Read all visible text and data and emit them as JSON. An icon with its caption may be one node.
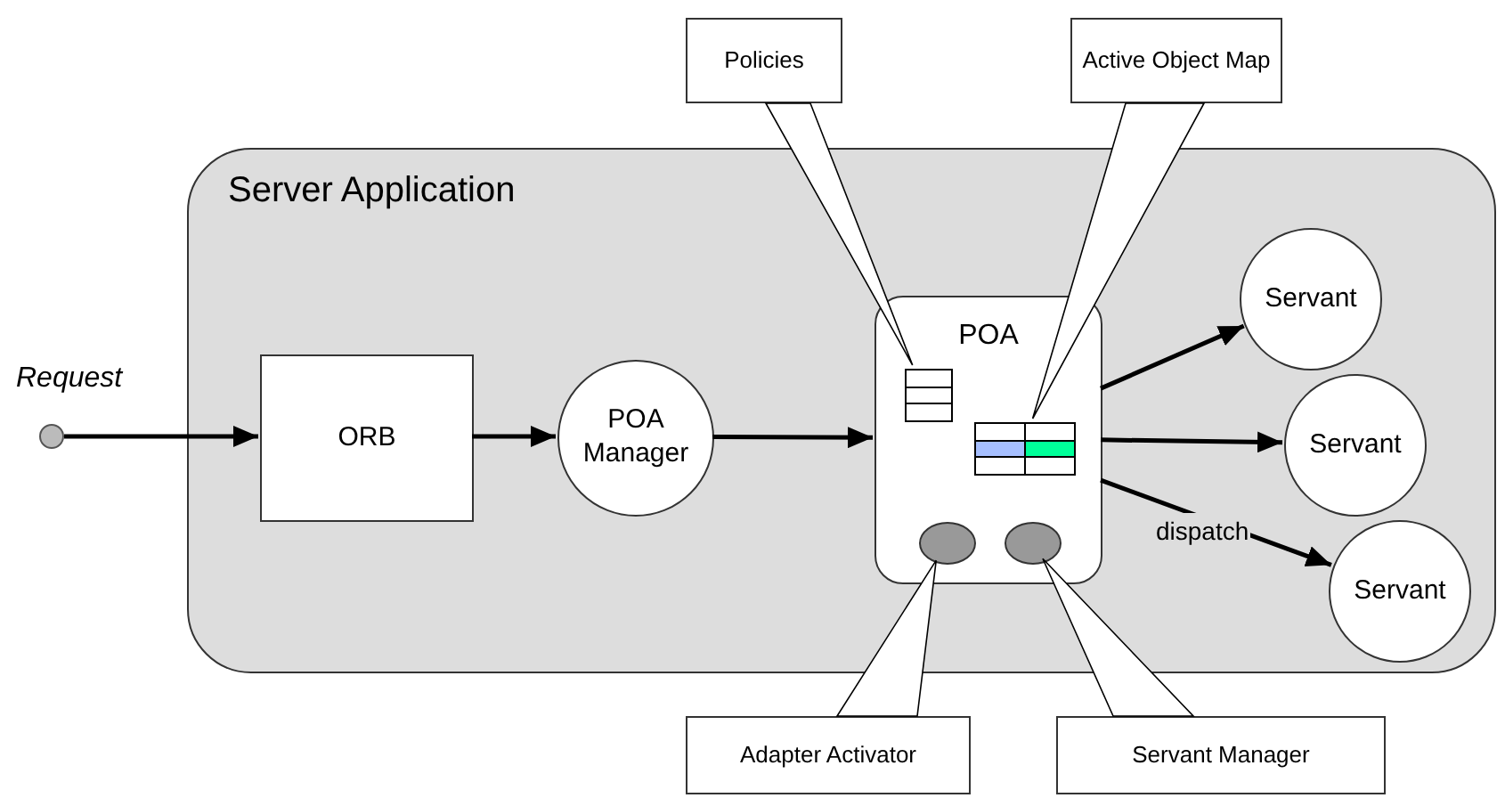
{
  "diagram": {
    "nodes": [
      {
        "text": [
          "Server Application"
        ]
      },
      {
        "text": [],
        "shape": "circle",
        "beside": [
          "Request"
        ]
      },
      {
        "text": [
          "ORB"
        ],
        "in": 0
      },
      {
        "text": [
          "POA Manager"
        ],
        "in": 0
      },
      {
        "text": [
          "POA"
        ],
        "in": 0
      },
      {
        "text": [],
        "shape": "box",
        "in": 4
      },
      {
        "text": [],
        "shape": "box",
        "in": 4
      },
      {
        "text": [],
        "shape": "circle",
        "in": 4
      },
      {
        "text": [],
        "shape": "circle",
        "in": 4
      },
      {
        "text": [
          "Servant"
        ],
        "in": 0
      },
      {
        "text": [
          "Servant"
        ],
        "in": 0
      },
      {
        "text": [
          "Servant"
        ],
        "in": 0
      },
      {
        "text": [
          "Policies"
        ]
      },
      {
        "text": [
          "Active Object Map"
        ]
      },
      {
        "text": [
          "Adapter Activator"
        ]
      },
      {
        "text": [
          "Servant Manager"
        ]
      }
    ],
    "edges": [
      {
        "from": 1,
        "to": 2,
        "arrow": "to"
      },
      {
        "from": 2,
        "to": 3,
        "arrow": "to"
      },
      {
        "from": 3,
        "to": 4,
        "arrow": "to"
      },
      {
        "from": 4,
        "to": 9,
        "arrow": "to"
      },
      {
        "from": 4,
        "to": 10,
        "arrow": "to"
      },
      {
        "from": 4,
        "to": 11,
        "arrow": "to",
        "label": "dispatch"
      },
      {
        "from": 12,
        "to": 5,
        "arrow": "none"
      },
      {
        "from": 13,
        "to": 6,
        "arrow": "none"
      },
      {
        "from": 14,
        "to": 7,
        "arrow": "none"
      },
      {
        "from": 15,
        "to": 8,
        "arrow": "none"
      }
    ]
  }
}
